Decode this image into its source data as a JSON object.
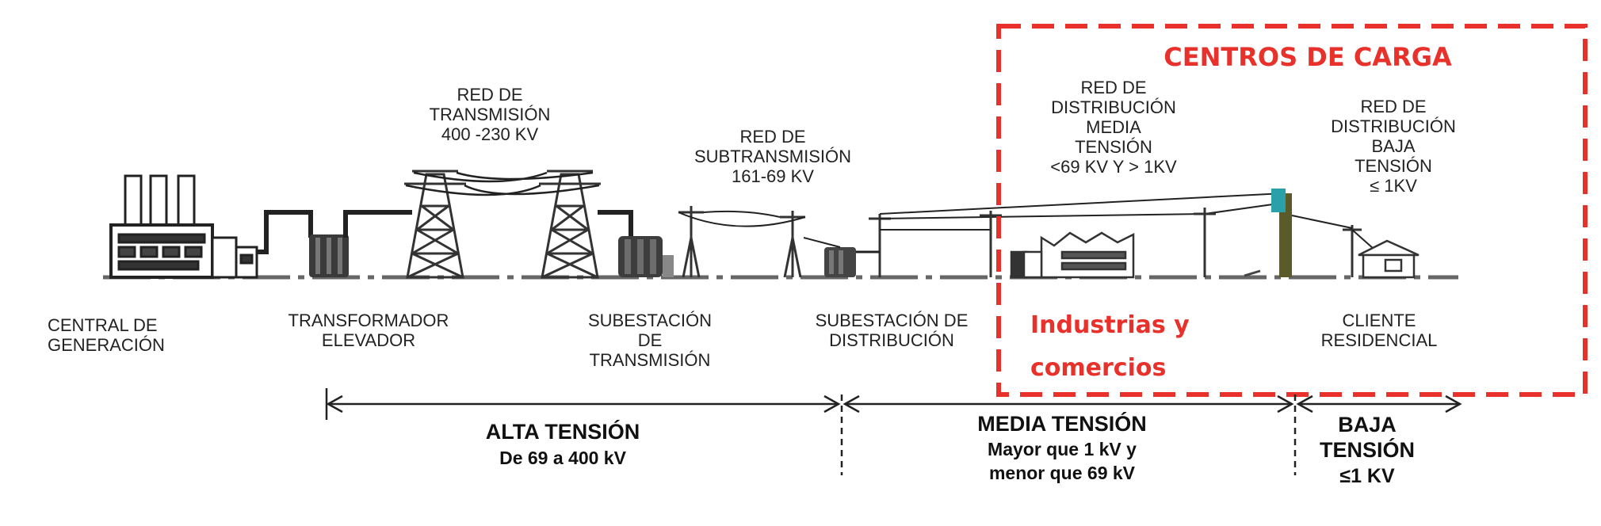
{
  "labels": {
    "red_transmision": [
      "RED DE",
      "TRANSMISIÓN",
      "400 -230 KV"
    ],
    "red_subtransmision": [
      "RED DE",
      "SUBTRANSMISIÓN",
      "161-69 KV"
    ],
    "red_media": [
      "RED DE",
      "DISTRIBUCIÓN",
      "MEDIA",
      "TENSIÓN",
      "<69 KV Y  > 1KV"
    ],
    "red_baja": [
      "RED DE",
      "DISTRIBUCIÓN",
      "BAJA",
      "TENSIÓN",
      "≤ 1KV"
    ],
    "central": [
      "CENTRAL DE",
      "GENERACIÓN"
    ],
    "transformador": [
      "TRANSFORMADOR",
      "ELEVADOR"
    ],
    "subestacion_transmision": [
      "SUBESTACIÓN",
      "DE",
      "TRANSMISIÓN"
    ],
    "subestacion_distribucion": [
      "SUBESTACIÓN  DE",
      "DISTRIBUCIÓN"
    ],
    "cliente": [
      "CLIENTE",
      "RESIDENCIAL"
    ]
  },
  "highlight": {
    "title": "CENTROS DE CARGA",
    "industrias": [
      "Industrias y",
      "comercios"
    ],
    "color": "#e8312b"
  },
  "zones": {
    "alta": {
      "title": "ALTA TENSIÓN",
      "lines": [
        "De 69 a 400 kV"
      ]
    },
    "media": {
      "title": "MEDIA TENSIÓN",
      "lines": [
        "Mayor que 1 kV y",
        "menor que 69 kV"
      ]
    },
    "baja": {
      "title_lines": [
        "BAJA",
        "TENSIÓN"
      ],
      "value": "≤1 KV"
    }
  }
}
